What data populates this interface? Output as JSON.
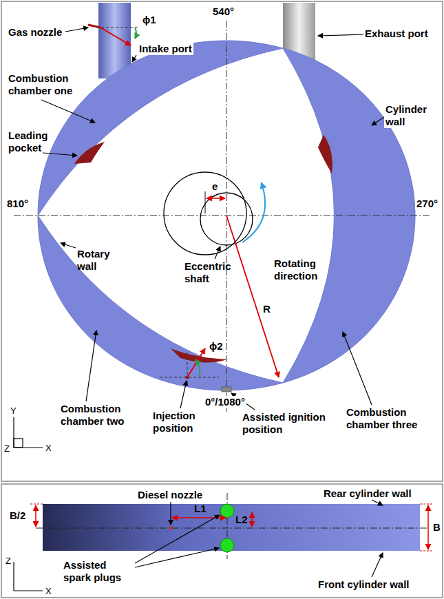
{
  "diagram": {
    "labels": [
      "Gas nozzle",
      "ϕ1",
      "540°",
      "Intake port",
      "Exhaust port",
      "Combustion chamber one",
      "Cylinder wall",
      "Leading pocket",
      "e",
      "810°",
      "270°",
      "Rotary wall",
      "Eccentric shaft",
      "Rotating direction",
      "R",
      "Combustion chamber two",
      "ϕ2",
      "Injection position",
      "0°/1080°",
      "Assisted ignition position",
      "Combustion chamber three",
      "Y",
      "Z",
      "X",
      "Diesel nozzle",
      "Rear cylinder wall",
      "B/2",
      "L1",
      "L2",
      "B",
      "Assisted spark plugs",
      "Front cylinder wall",
      "Z",
      "X"
    ]
  }
}
